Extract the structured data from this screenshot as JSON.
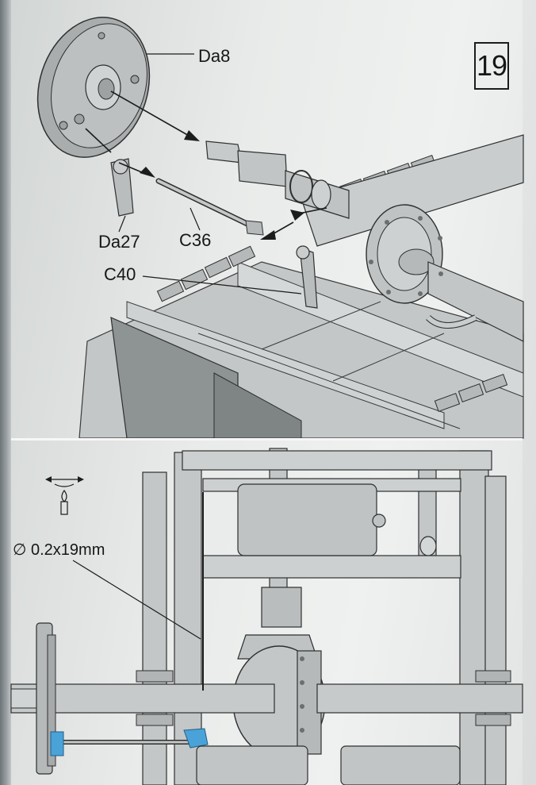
{
  "step": {
    "number": "19"
  },
  "labels": {
    "da8": "Da8",
    "da27": "Da27",
    "c36": "C36",
    "c40": "C40",
    "wire": "∅ 0.2x19mm"
  },
  "icons": {
    "heat_stretch": "flame-stretch-icon"
  },
  "colors": {
    "part_grey": "#b9bdbd",
    "line": "#2a2a2a",
    "highlight_blue": "#4aa3d8"
  }
}
